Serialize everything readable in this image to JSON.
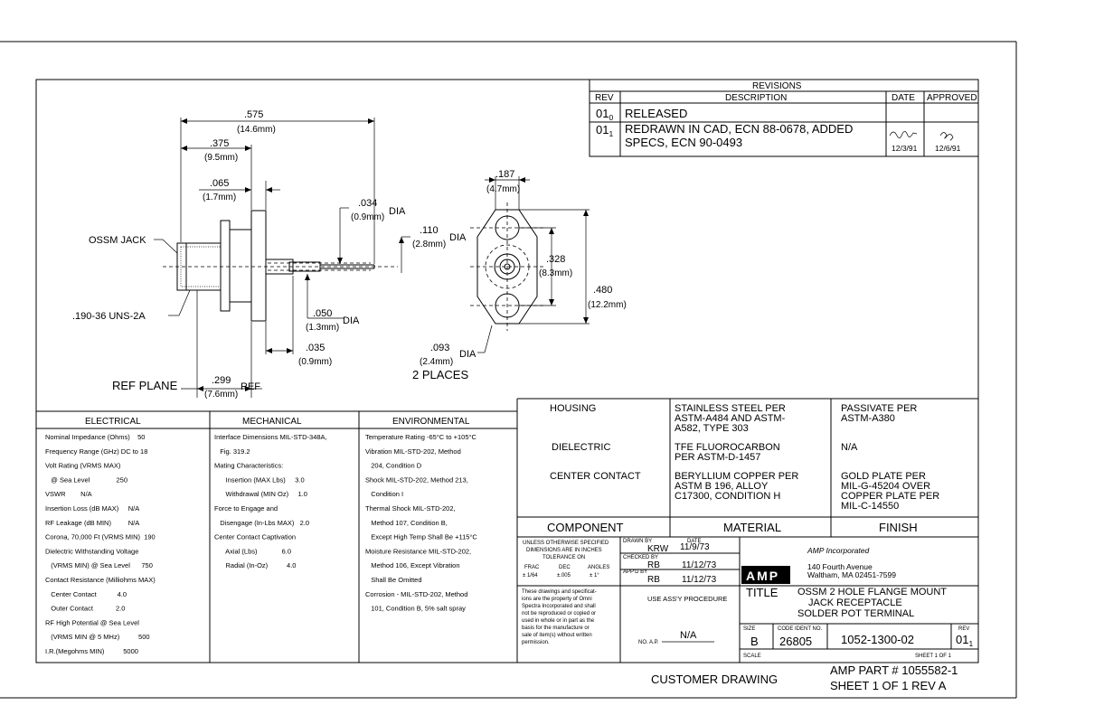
{
  "revisions": {
    "title": "REVISIONS",
    "col_rev": "REV",
    "col_desc": "DESCRIPTION",
    "col_date": "DATE",
    "col_approved": "APPROVED",
    "rows": [
      {
        "rev": "01",
        "rev_sub": "0",
        "desc_1": "RELEASED",
        "desc_2": "",
        "date": "",
        "approved": ""
      },
      {
        "rev": "01",
        "rev_sub": "1",
        "desc_1": "REDRAWN IN CAD, ECN 88-0678, ADDED",
        "desc_2": "SPECS, ECN 90-0493",
        "date": "12/3/91",
        "approved": "12/6/91"
      }
    ]
  },
  "drawing": {
    "dim_575": ".575",
    "dim_575_mm": "(14.6mm)",
    "dim_375": ".375",
    "dim_375_mm": "(9.5mm)",
    "dim_065": ".065",
    "dim_065_mm": "(1.7mm)",
    "dim_034": ".034",
    "dim_034_mm": "(0.9mm)",
    "dia": "DIA",
    "dim_110": ".110",
    "dim_110_mm": "(2.8mm)",
    "ossm_jack": "OSSM JACK",
    "thread": ".190-36 UNS-2A",
    "dim_050": ".050",
    "dim_050_mm": "(1.3mm)",
    "dim_035": ".035",
    "dim_035_mm": "(0.9mm)",
    "ref_plane": "REF PLANE",
    "dim_299": ".299",
    "dim_299_mm": "(7.6mm)",
    "ref": "REF",
    "dim_187": ".187",
    "dim_187_mm": "(4.7mm)",
    "dim_328": ".328",
    "dim_328_mm": "(8.3mm)",
    "dim_480": ".480",
    "dim_480_mm": "(12.2mm)",
    "dim_093": ".093",
    "dim_093_mm": "(2.4mm)",
    "two_places": "2 PLACES"
  },
  "specs": {
    "electrical": {
      "header": "ELECTRICAL",
      "lines": [
        "Nominal Impedance (Ohms)    50",
        "Frequency Range (GHz) DC to 18",
        "Volt Rating (VRMS MAX)",
        "   @ Sea Level              250",
        "VSWR        N/A",
        "Insertion Loss (dB MAX)     N/A",
        "RF Leakage (dB MIN)         N/A",
        "Corona, 70,000 Ft (VRMS MIN)  190",
        "Dielectric Withstanding Voltage",
        "   (VRMS MIN) @ Sea Level      750",
        "Contact Resistance (Milliohms MAX)",
        "   Center Contact           4.0",
        "   Outer Contact            2.0",
        "RF High Potential @ Sea Level",
        "   (VRMS MIN @ 5 MHz)          500",
        "I.R.(Megohms MIN)          5000"
      ]
    },
    "mechanical": {
      "header": "MECHANICAL",
      "lines": [
        "Interface Dimensions MIL-STD-348A,",
        "   Fig. 319.2",
        "Mating Characteristics:",
        "      Insertion (MAX Lbs)     3.0",
        "      Withdrawal (MIN Oz)     1.0",
        "Force to Engage and",
        "   Disengage (In-Lbs MAX)   2.0",
        "Center Contact Captivation",
        "      Axial (Lbs)             6.0",
        "      Radial (In-Oz)          4.0"
      ]
    },
    "environmental": {
      "header": "ENVIRONMENTAL",
      "lines": [
        "Temperature Rating -65°C to +105°C",
        "Vibration MIL-STD-202, Method",
        "   204, Condition D",
        "Shock MIL-STD-202, Method 213,",
        "   Condition I",
        "Thermal Shock MIL-STD-202,",
        "   Method 107, Condition B,",
        "   Except High Temp Shall Be +115°C",
        "Moisture Resistance MIL-STD-202,",
        "   Method 106, Except Vibration",
        "   Shall Be Omitted",
        "Corrosion - MIL-STD-202, Method",
        "   101, Condition B, 5% salt spray"
      ]
    }
  },
  "materials": {
    "rows": [
      {
        "component": "HOUSING",
        "material_1": "STAINLESS STEEL PER",
        "material_2": "ASTM-A484 AND ASTM-",
        "material_3": "A582, TYPE 303",
        "finish_1": "PASSIVATE PER",
        "finish_2": "ASTM-A380",
        "finish_3": "",
        "finish_4": ""
      },
      {
        "component": "DIELECTRIC",
        "material_1": "TFE FLUOROCARBON",
        "material_2": "PER ASTM-D-1457",
        "material_3": "",
        "finish_1": "N/A",
        "finish_2": "",
        "finish_3": "",
        "finish_4": ""
      },
      {
        "component": "CENTER CONTACT",
        "material_1": "BERYLLIUM COPPER PER",
        "material_2": "ASTM B 196, ALLOY",
        "material_3": "C17300, CONDITION H",
        "finish_1": "GOLD PLATE PER",
        "finish_2": "MIL-G-45204 OVER",
        "finish_3": "COPPER PLATE PER",
        "finish_4": "MIL-C-14550"
      }
    ],
    "hdr_component": "COMPONENT",
    "hdr_material": "MATERIAL",
    "hdr_finish": "FINISH"
  },
  "title_block": {
    "tolerance_1": "UNLESS OTHERWISE SPECIFIED",
    "tolerance_2": "DIMENSIONS ARE IN INCHES",
    "tolerance_3": "TOLERANCE ON",
    "frac": "FRAC",
    "dec": "DEC",
    "angles": "ANGLES",
    "frac_v": "± 1/64",
    "dec_v": "±.005",
    "angles_v": "± 1°",
    "drawn_by_lbl": "DRAWN BY",
    "date_lbl": "DATE",
    "drawn_by": "KRW",
    "drawn_date": "11/9/73",
    "checked_by_lbl": "CHECKED BY",
    "checked_by": "RB",
    "checked_date": "11/12/73",
    "approved_by_lbl": "APP'D BY",
    "approved_by": "RB",
    "approved_date": "11/12/73",
    "amp_logo": "AMP",
    "company": "AMP Incorporated",
    "address_1": "140 Fourth Avenue",
    "address_2": "Waltham, MA 02451-7599",
    "prop_1": "These drawings and specificat-",
    "prop_2": "ions are the property of Omni",
    "prop_3": "Spectra Incorporated and shall",
    "prop_4": "not be reproduced or copied or",
    "prop_5": "used in whole or in part as the",
    "prop_6": "basis for the manufacture or",
    "prop_7": "sale of item(s) without written",
    "prop_8": "permission.",
    "use_assy": "USE ASS'Y PROCEDURE",
    "na": "N/A",
    "no_ap": "NO. A.P.",
    "title_lbl": "TITLE",
    "title_1": "OSSM 2 HOLE FLANGE MOUNT",
    "title_2": "JACK RECEPTACLE",
    "title_3": "SOLDER POT TERMINAL",
    "size_lbl": "SIZE",
    "size": "B",
    "code_lbl": "CODE IDENT NO.",
    "code": "26805",
    "dwg_no": "1052-1300-02",
    "rev_lbl": "REV",
    "rev": "01",
    "rev_sub": "1",
    "scale_lbl": "SCALE",
    "sheet_lbl": "SHEET",
    "sheet_1": "1",
    "of": "OF",
    "sheet_2": "1"
  },
  "footer": {
    "customer_drawing": "CUSTOMER DRAWING",
    "amp_part": "AMP PART # 1055582-1",
    "sheet": "SHEET 1 OF 1  REV A"
  }
}
